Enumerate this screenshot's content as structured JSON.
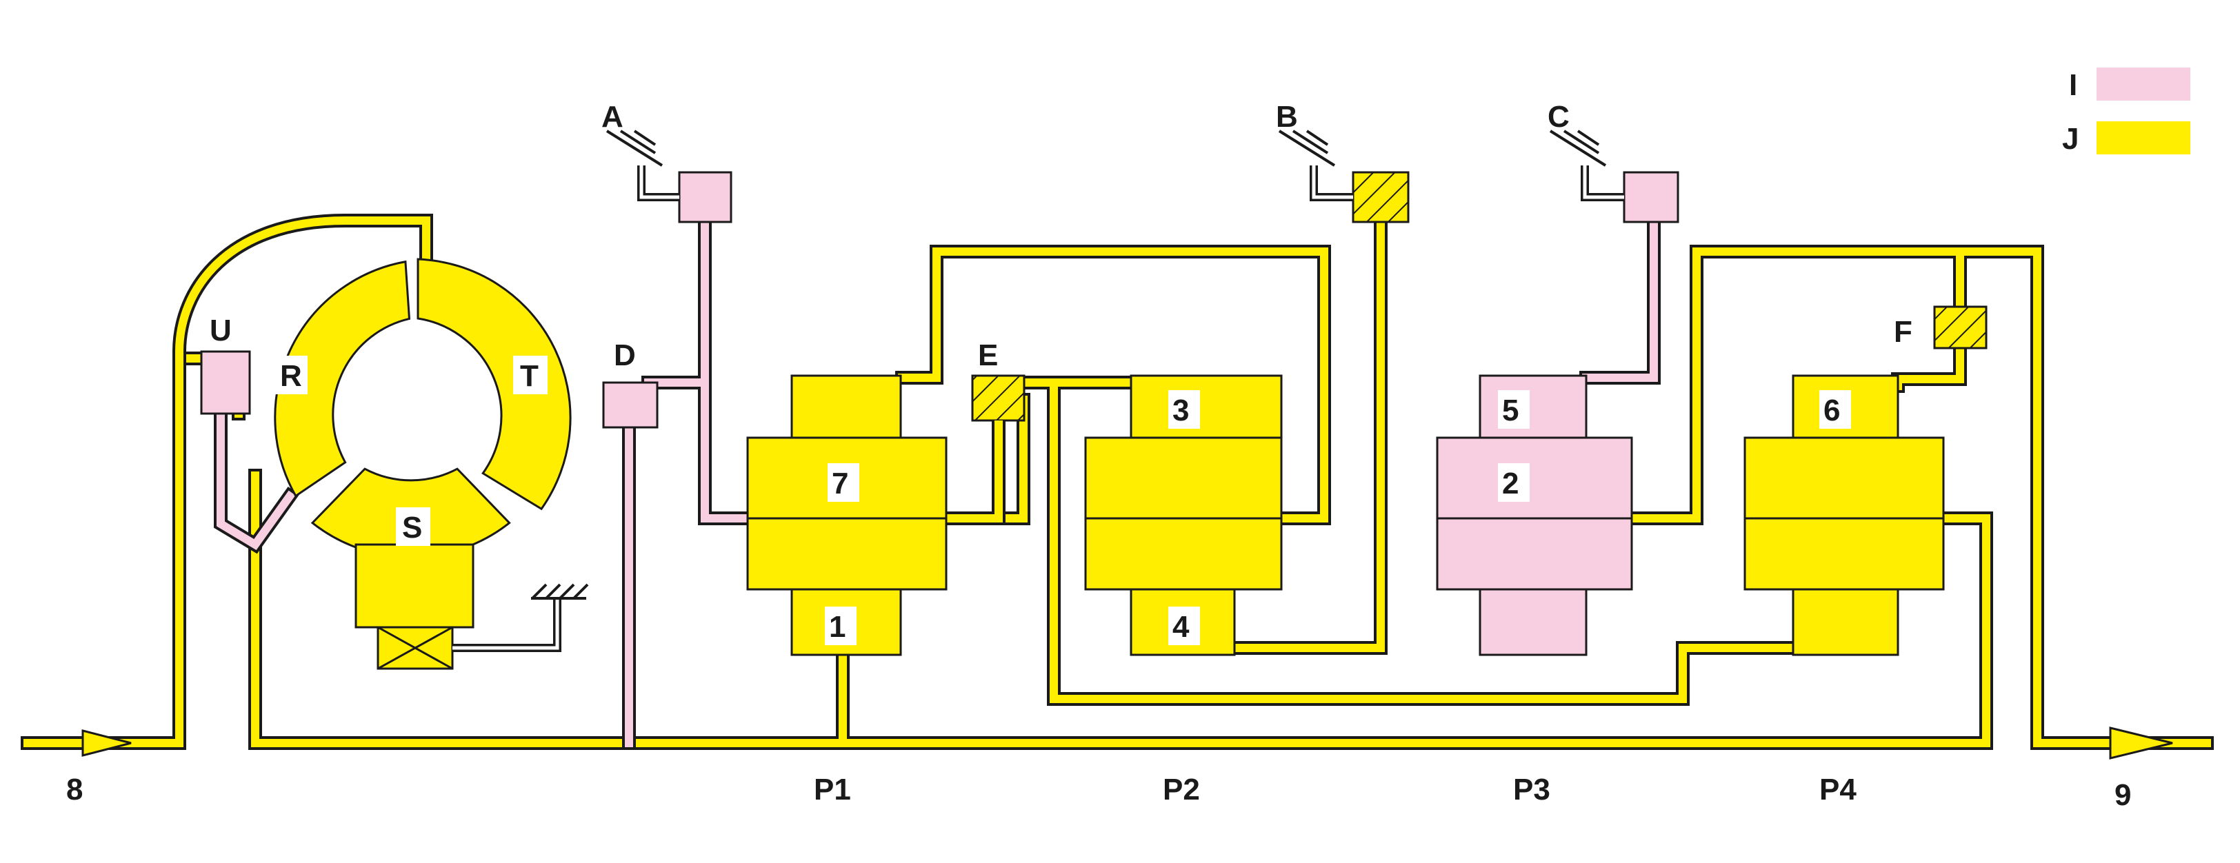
{
  "legend": {
    "pink_label": "I",
    "yellow_label": "J"
  },
  "colors": {
    "pink": "#f8cfe0",
    "yellow": "#ffee00",
    "outline": "#1a1a1a"
  },
  "ports": {
    "inlet": "8",
    "outlet": "9",
    "groups": [
      "P1",
      "P2",
      "P3",
      "P4"
    ]
  },
  "pump_labels": {
    "r": "R",
    "s": "S",
    "t": "T",
    "u": "U"
  },
  "valve_labels": {
    "a": "A",
    "b": "B",
    "c": "C",
    "d": "D",
    "e": "E",
    "f": "F"
  },
  "chamber_labels": {
    "c1": "1",
    "c2": "2",
    "c3": "3",
    "c4": "4",
    "c5": "5",
    "c6": "6",
    "c7": "7"
  }
}
